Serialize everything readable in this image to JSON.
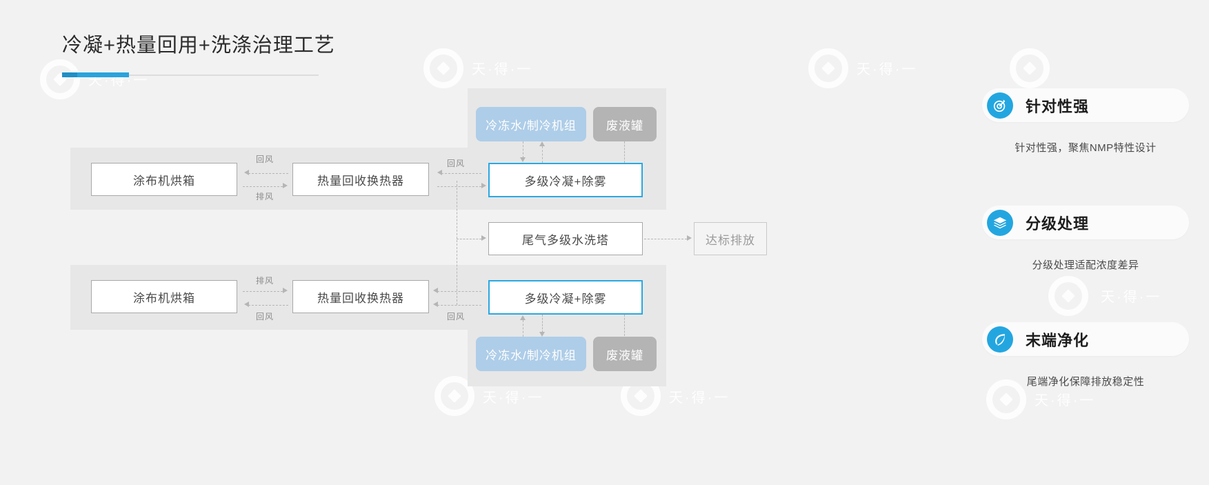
{
  "page": {
    "title": "冷凝+热量回用+洗涤治理工艺",
    "accent_color": "#29a3dc",
    "background_color": "#f2f2f2",
    "watermark_text": "天·得·一"
  },
  "diagram": {
    "line_a": {
      "oven": "涂布机烘箱",
      "exchanger": "热量回收换热器",
      "condenser": "多级冷凝+除雾",
      "chiller": "冷冻水/制冷机组",
      "waste_tank": "废液罐",
      "label_return_1": "回风",
      "label_exhaust_1": "排风",
      "label_return_2": "回风"
    },
    "line_b": {
      "oven": "涂布机烘箱",
      "exchanger": "热量回收换热器",
      "condenser": "多级冷凝+除雾",
      "chiller": "冷冻水/制冷机组",
      "waste_tank": "废液罐",
      "label_exhaust_1": "排风",
      "label_return_1": "回风",
      "label_return_2": "回风"
    },
    "scrubber": "尾气多级水洗塔",
    "emission": "达标排放"
  },
  "features": [
    {
      "title": "针对性强",
      "desc": "针对性强，聚焦NMP特性设计",
      "icon": "target-icon"
    },
    {
      "title": "分级处理",
      "desc": "分级处理适配浓度差异",
      "icon": "layers-icon"
    },
    {
      "title": "末端净化",
      "desc": "尾端净化保障排放稳定性",
      "icon": "leaf-icon"
    }
  ]
}
